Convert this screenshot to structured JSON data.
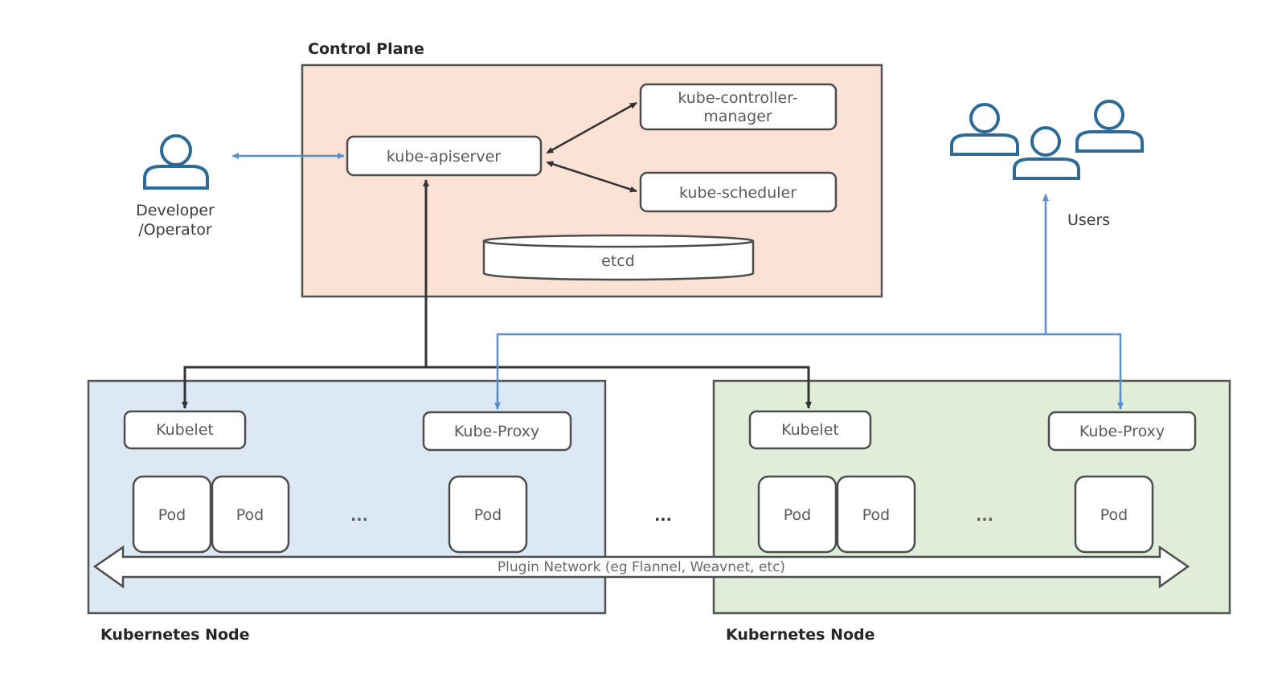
{
  "diagram": {
    "title": "Kubernetes Architecture",
    "colors": {
      "control_plane_fill": "#fbe2d4",
      "node1_fill": "#dce8f4",
      "node2_fill": "#e0edd8",
      "border": "#555555",
      "dark_arrow": "#333333",
      "blue_arrow": "#5b8fc9",
      "person_icon": "#2f6a96",
      "text": "#5a5a5a"
    },
    "control_plane": {
      "label": "Control Plane",
      "components": {
        "apiserver": "kube-apiserver",
        "controller_manager_line1": "kube-controller-",
        "controller_manager_line2": "manager",
        "scheduler": "kube-scheduler",
        "etcd": "etcd"
      }
    },
    "developer": {
      "line1": "Developer",
      "line2": "/Operator",
      "icon": "person-icon"
    },
    "users": {
      "label": "Users",
      "icon": "people-group-icon"
    },
    "nodes": [
      {
        "label": "Kubernetes Node",
        "kubelet": "Kubelet",
        "kube_proxy": "Kube-Proxy",
        "pods": [
          "Pod",
          "Pod",
          "Pod"
        ],
        "ellipsis": "..."
      },
      {
        "label": "Kubernetes Node",
        "kubelet": "Kubelet",
        "kube_proxy": "Kube-Proxy",
        "pods": [
          "Pod",
          "Pod",
          "Pod"
        ],
        "ellipsis": "..."
      }
    ],
    "between_nodes_ellipsis": "...",
    "plugin_network": "Plugin Network (eg Flannel, Weavnet, etc)"
  }
}
